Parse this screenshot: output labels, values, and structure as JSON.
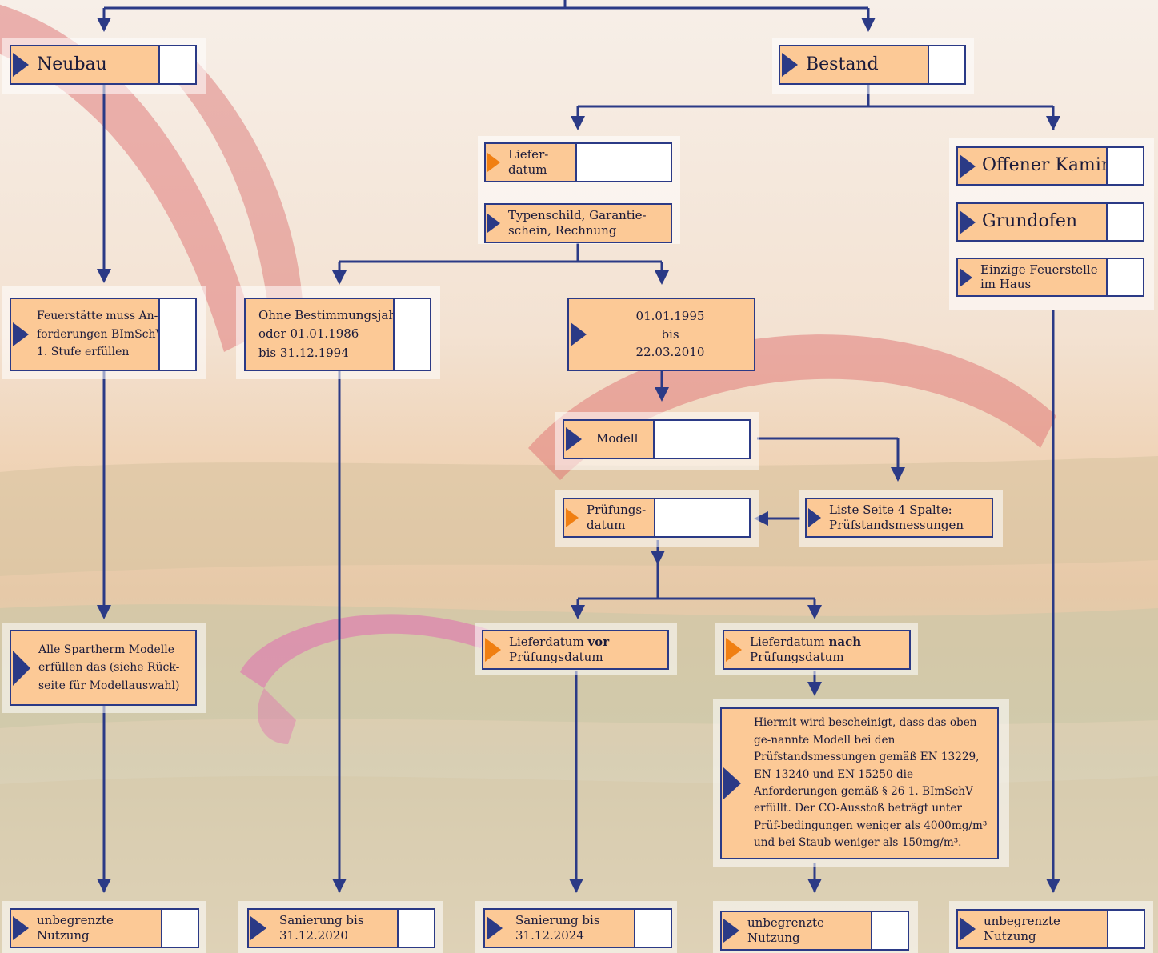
{
  "colors": {
    "line": "#2b3a86",
    "box_fill": "#fcc996",
    "marker_blue": "#2b3a86",
    "marker_orange": "#f07f12",
    "checkbox": "#ffffff"
  },
  "nodes": {
    "neubau": "Neubau",
    "bestand": "Bestand",
    "lieferdatum": {
      "line1": "Liefer-",
      "line2": "datum"
    },
    "typenschild": {
      "line1": "Typenschild, Garantie-",
      "line2": "schein, Rechnung"
    },
    "offener_kamin": "Offener Kamin",
    "grundofen": "Grundofen",
    "einzige_feuerstelle": {
      "line1": "Einzige Feuerstelle",
      "line2": "im Haus"
    },
    "feuerstaette": {
      "line1": "Feuerstätte muss An-",
      "line2": "forderungen BImSchV",
      "line3": "1. Stufe erfüllen"
    },
    "ohne_bestimmungsjahr": {
      "line1": "Ohne Bestimmungsjahr",
      "line2": "oder  01.01.1986",
      "line3": "bis     31.12.1994"
    },
    "range_1995": {
      "line1": "01.01.1995",
      "line2": "bis",
      "line3": "22.03.2010"
    },
    "modell": "Modell",
    "pruefungsdatum": {
      "line1": "Prüfungs-",
      "line2": "datum"
    },
    "liste": {
      "line1": "Liste Seite 4 Spalte:",
      "line2": "Prüfstandsmessungen"
    },
    "alle_spartherm": {
      "line1": "Alle Spartherm Modelle",
      "line2": "erfüllen das (siehe Rück-",
      "line3": "seite für Modellauswahl)"
    },
    "liefer_vor": {
      "prefix": "Lieferdatum ",
      "emph": "vor",
      "line2": "Prüfungsdatum"
    },
    "liefer_nach": {
      "prefix": "Lieferdatum ",
      "emph": "nach",
      "line2": "Prüfungsdatum"
    },
    "certificate": "Hiermit wird bescheinigt, dass das oben ge-nannte Modell bei den Prüfstandsmessungen gemäß EN 13229, EN 13240 und EN 15250 die Anforderungen gemäß § 26 1. BImSchV erfüllt. Der CO-Ausstoß beträgt unter Prüf-bedingungen weniger als  4000mg/m³ und bei Staub weniger als 150mg/m³.",
    "out_neubau": {
      "line1": "unbegrenzte",
      "line2": "Nutzung"
    },
    "out_2020": {
      "line1": "Sanierung bis",
      "line2": "31.12.2020"
    },
    "out_2024": {
      "line1": "Sanierung bis",
      "line2": "31.12.2024"
    },
    "out_nach": {
      "line1": "unbegrenzte",
      "line2": "Nutzung"
    },
    "out_kamin": {
      "line1": "unbegrenzte",
      "line2": "Nutzung"
    }
  }
}
